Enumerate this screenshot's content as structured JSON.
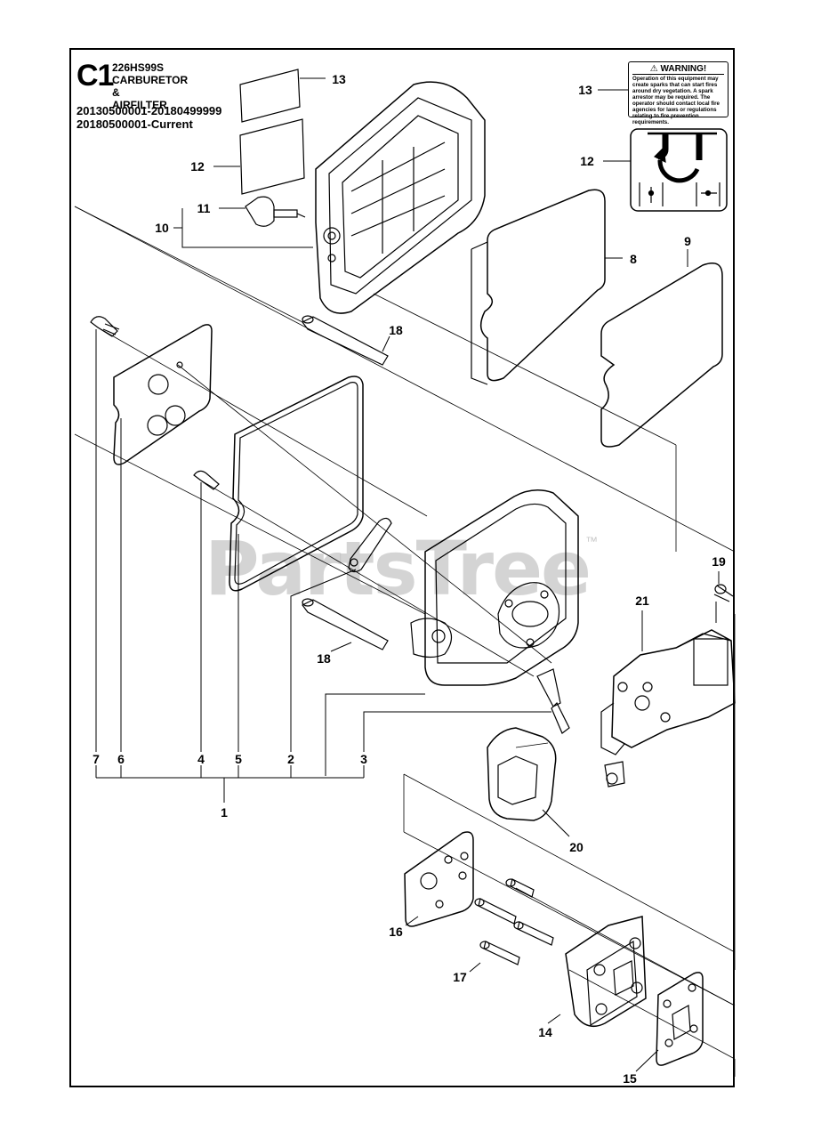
{
  "header": {
    "code": "C1",
    "model": "226HS99S",
    "name_line1": "CARBURETOR",
    "name_line2": "& AIRFILTER",
    "serial_range1": "20130500001-20180499999",
    "serial_range2": "20180500001-Current"
  },
  "warning_label": {
    "heading": "⚠ WARNING!",
    "text": "Operation of this equipment may create sparks that can start fires around dry vegetation. A spark arrestor may be required. The operator should contact local fire agencies for laws or regulations relating to fire prevention requirements."
  },
  "watermark": {
    "text": "PartsTree",
    "tm": "™"
  },
  "callouts": [
    {
      "id": "c13a",
      "text": "13"
    },
    {
      "id": "c13b",
      "text": "13"
    },
    {
      "id": "c12a",
      "text": "12"
    },
    {
      "id": "c12b",
      "text": "12"
    },
    {
      "id": "c11",
      "text": "11"
    },
    {
      "id": "c10",
      "text": "10"
    },
    {
      "id": "c8",
      "text": "8"
    },
    {
      "id": "c9",
      "text": "9"
    },
    {
      "id": "c18a",
      "text": "18"
    },
    {
      "id": "c18b",
      "text": "18"
    },
    {
      "id": "c19",
      "text": "19"
    },
    {
      "id": "c21",
      "text": "21"
    },
    {
      "id": "c7",
      "text": "7"
    },
    {
      "id": "c6",
      "text": "6"
    },
    {
      "id": "c4",
      "text": "4"
    },
    {
      "id": "c5",
      "text": "5"
    },
    {
      "id": "c2",
      "text": "2"
    },
    {
      "id": "c3",
      "text": "3"
    },
    {
      "id": "c1",
      "text": "1"
    },
    {
      "id": "c20",
      "text": "20"
    },
    {
      "id": "c16",
      "text": "16"
    },
    {
      "id": "c17",
      "text": "17"
    },
    {
      "id": "c14",
      "text": "14"
    },
    {
      "id": "c15",
      "text": "15"
    }
  ]
}
